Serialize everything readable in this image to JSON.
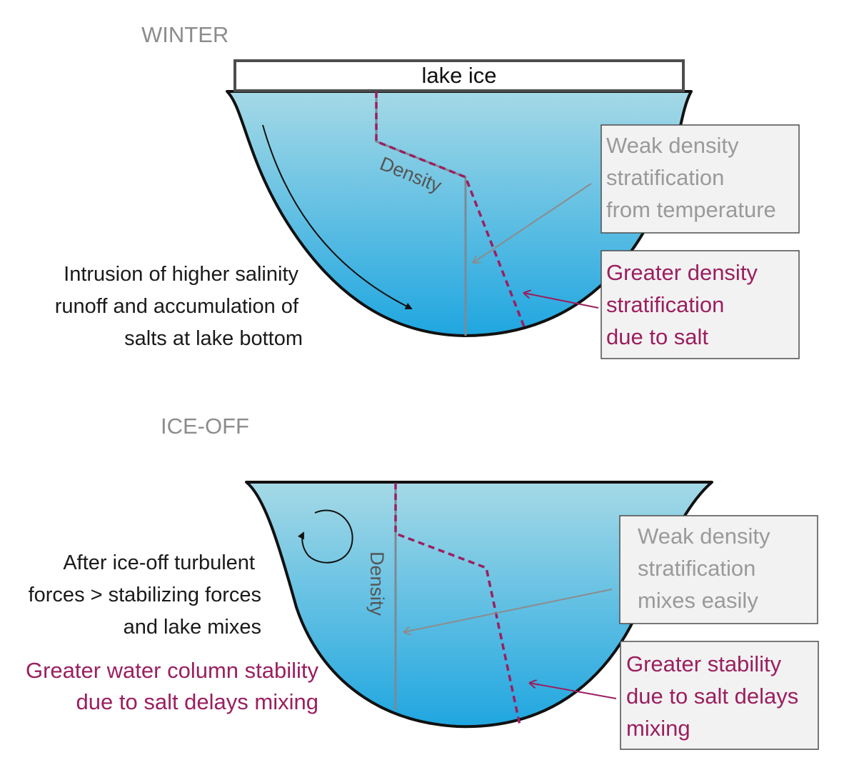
{
  "colors": {
    "water_top": "#a5d9e6",
    "water_bottom": "#1fa6e0",
    "outline": "#111111",
    "gray_line": "#8c8c8c",
    "magenta": "#9b1f5f",
    "callout_fill": "#f2f2f2"
  },
  "winter": {
    "title": "WINTER",
    "ice_label": "lake ice",
    "density_label": "Density",
    "intrusion_lines": [
      "Intrusion of higher salinity",
      "runoff and accumulation of",
      "salts at lake bottom"
    ],
    "weak_callout_lines": [
      "Weak density",
      "stratification",
      "from temperature"
    ],
    "salt_callout_lines": [
      "Greater density",
      "stratification",
      "due to salt"
    ]
  },
  "iceoff": {
    "title": "ICE-OFF",
    "density_label": "Density",
    "mix_lines": [
      "After ice-off turbulent",
      "forces > stabilizing forces",
      "and lake mixes"
    ],
    "stability_lines": [
      "Greater water column stability",
      "due to salt delays mixing"
    ],
    "weak_callout_lines": [
      "Weak density",
      "stratification",
      "mixes easily"
    ],
    "salt_callout_lines": [
      "Greater stability",
      "due to salt delays",
      "mixing"
    ]
  }
}
